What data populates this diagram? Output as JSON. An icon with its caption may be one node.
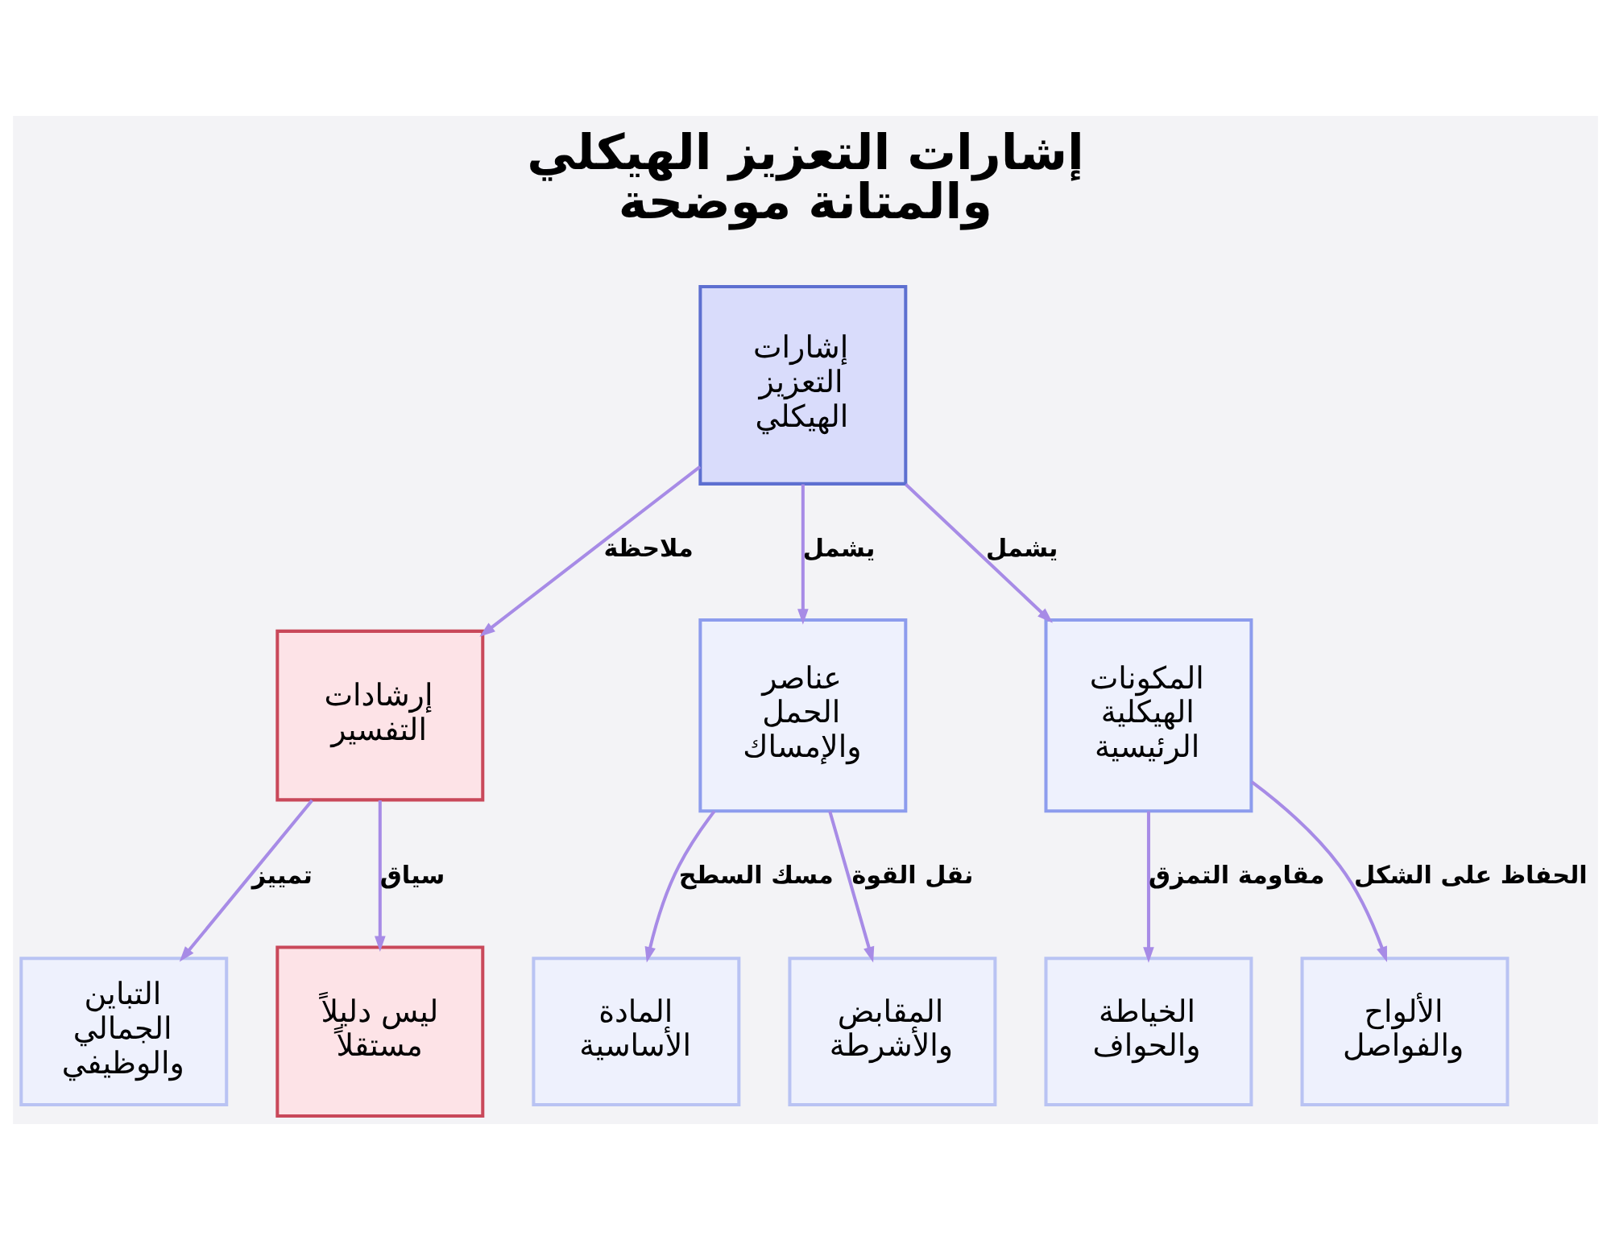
{
  "diagram": {
    "title": "إشارات التعزيز الهيكلي والمتانة موضحة",
    "nodes": [
      {
        "text": [
          "إشارات التعزيز الهيكلي"
        ]
      },
      {
        "text": [
          "إرشادات التفسير"
        ]
      },
      {
        "text": [
          "عناصر الحمل والإمساك"
        ]
      },
      {
        "text": [
          "المكونات الهيكلية الرئيسية"
        ]
      },
      {
        "text": [
          "التباين الجمالي والوظيفي"
        ]
      },
      {
        "text": [
          "ليس دليلاً مستقلاً"
        ]
      },
      {
        "text": [
          "المادة الأساسية"
        ]
      },
      {
        "text": [
          "المقابض والأشرطة"
        ]
      },
      {
        "text": [
          "الخياطة والحواف"
        ]
      },
      {
        "text": [
          "الألواح والفواصل"
        ]
      }
    ],
    "edges": [
      {
        "from": 0,
        "to": 1,
        "arrow": "to",
        "label": "ملاحظة"
      },
      {
        "from": 0,
        "to": 2,
        "arrow": "to",
        "label": "يشمل"
      },
      {
        "from": 0,
        "to": 3,
        "arrow": "to",
        "label": "يشمل"
      },
      {
        "from": 1,
        "to": 4,
        "arrow": "to",
        "label": "تمييز"
      },
      {
        "from": 1,
        "to": 5,
        "arrow": "to",
        "label": "سياق"
      },
      {
        "from": 2,
        "to": 6,
        "arrow": "to",
        "label": "مسك السطح"
      },
      {
        "from": 2,
        "to": 7,
        "arrow": "to",
        "label": "نقل القوة"
      },
      {
        "from": 3,
        "to": 8,
        "arrow": "to",
        "label": "مقاومة التمزق"
      },
      {
        "from": 3,
        "to": 9,
        "arrow": "to",
        "label": "الحفاظ على الشكل"
      }
    ]
  }
}
